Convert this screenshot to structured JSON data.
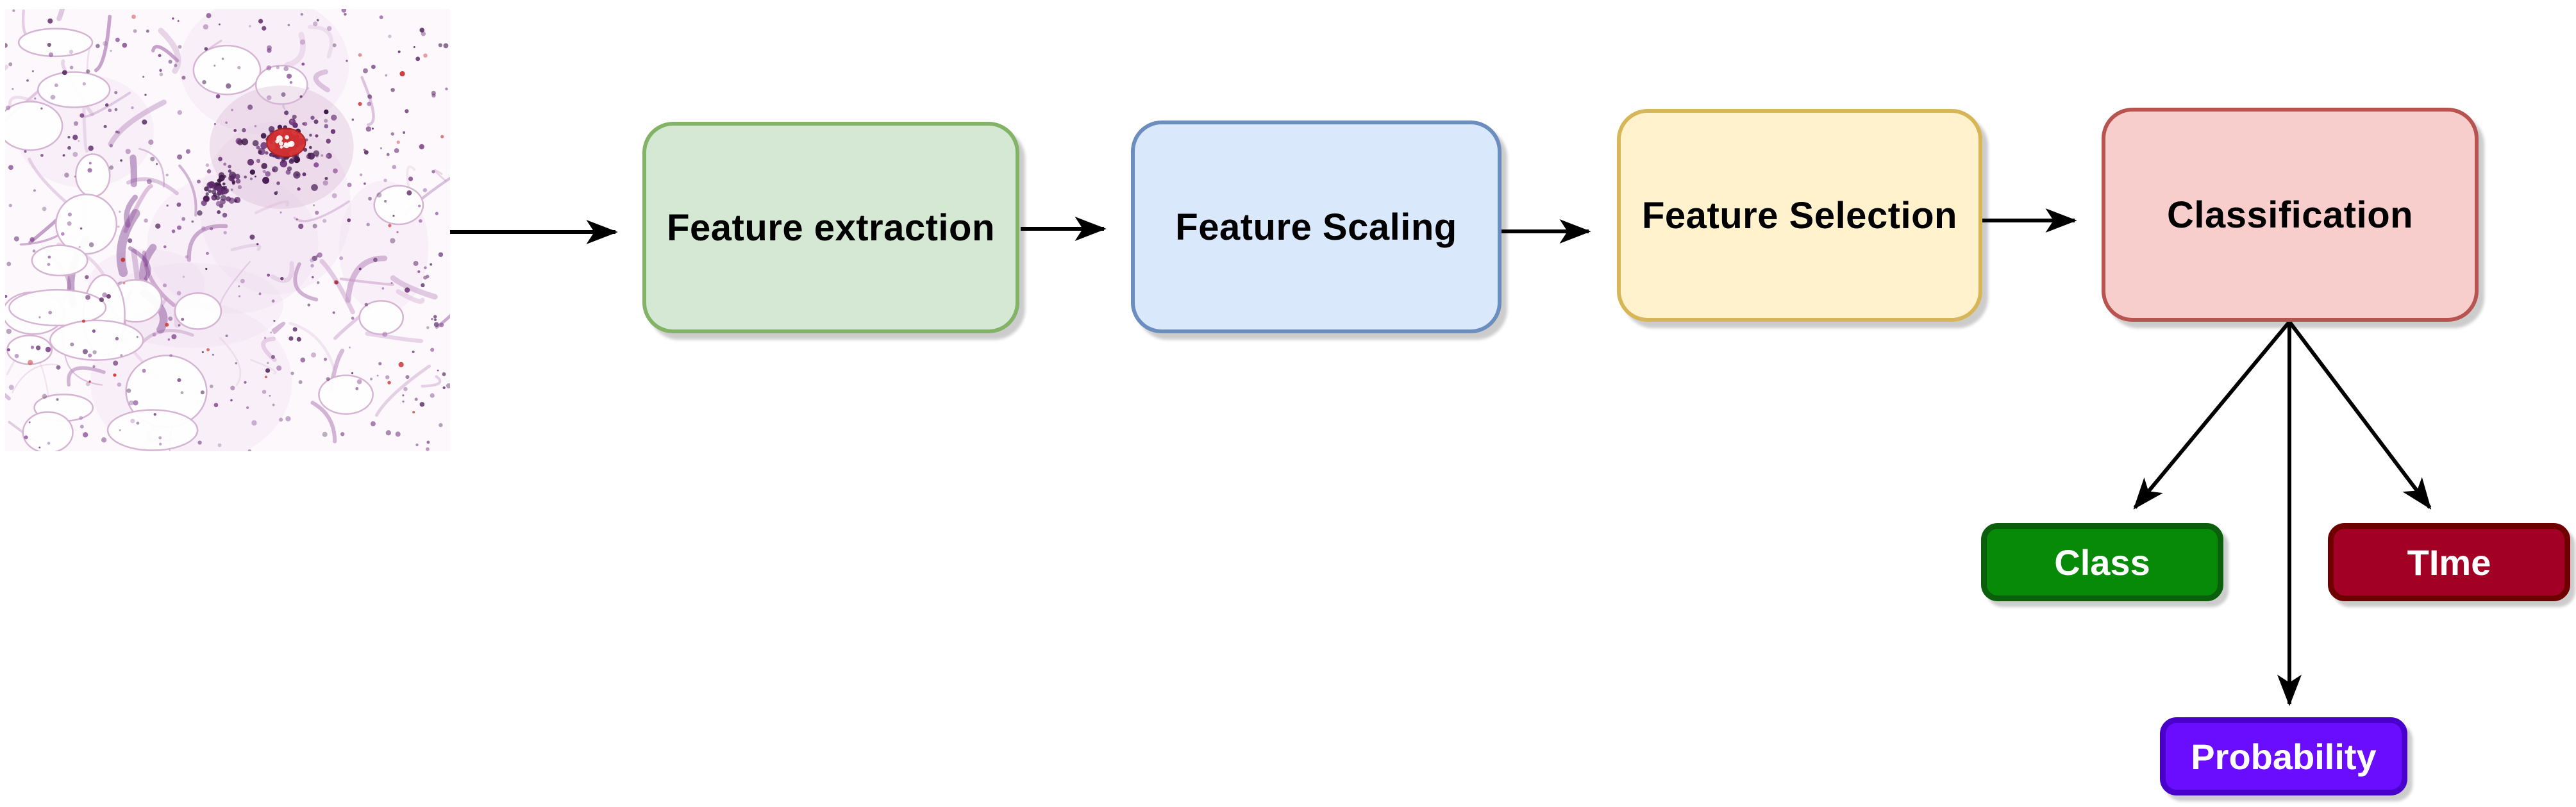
{
  "diagram": {
    "title": "Histopathology classification pipeline",
    "input_image": {
      "name": "histopathology-slide",
      "description": "H&E stained tissue micrograph"
    },
    "pipeline": [
      {
        "id": "feature_extraction",
        "label": "Feature extraction",
        "fill": "#d5e8d4",
        "stroke": "#82b366"
      },
      {
        "id": "feature_scaling",
        "label": "Feature Scaling",
        "fill": "#dae8fc",
        "stroke": "#6c8ebf"
      },
      {
        "id": "feature_selection",
        "label": "Feature Selection",
        "fill": "#fff2cc",
        "stroke": "#d6b656"
      },
      {
        "id": "classification",
        "label": "Classification",
        "fill": "#f8cecc",
        "stroke": "#b85450"
      }
    ],
    "outputs": [
      {
        "id": "class",
        "label": "Class",
        "fill": "#078a07",
        "stroke": "#0b5e0b",
        "text_color": "#ffffff"
      },
      {
        "id": "time",
        "label": "TIme",
        "fill": "#a20025",
        "stroke": "#6f0000",
        "text_color": "#ffffff"
      },
      {
        "id": "probability",
        "label": "Probability",
        "fill": "#6a0dff",
        "stroke": "#4a00cc",
        "text_color": "#ffffff"
      }
    ],
    "arrow_color": "#000000"
  }
}
